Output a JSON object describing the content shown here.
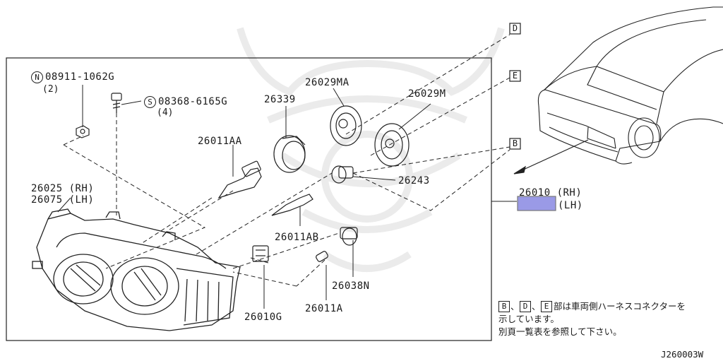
{
  "labels": {
    "nut": "08911-1062G",
    "nut_qty": "(2)",
    "nut_prefix": "N",
    "screw": "08368-6165G",
    "screw_qty": "(4)",
    "screw_prefix": "S",
    "bulb_cover": "26339",
    "socket_ma": "26029MA",
    "socket_m": "26029M",
    "bulb_main": "26011AA",
    "headlamp_rh": "26025 (RH)",
    "headlamp_lh": "26075 (LH)",
    "grommet": "26243",
    "bulb_ab": "26011AB",
    "harness_rh": "26010 (RH)",
    "harness_lh": "(LH)",
    "socket_n": "26038N",
    "bulb_a": "26011A",
    "bracket_g": "26010G"
  },
  "callouts": {
    "d": "D",
    "e": "E",
    "b": "B"
  },
  "note": {
    "box_b": "B",
    "box_d": "D",
    "box_e": "E",
    "line1_suffix": "部は車両側ハーネスコネクターを",
    "line2": "示しています。",
    "line3": "別頁一覧表を参照して下さい。"
  },
  "diagram_code": "J260003W",
  "colors": {
    "line": "#222222",
    "highlight": "#9a9ae6",
    "watermark": "#ececec"
  }
}
